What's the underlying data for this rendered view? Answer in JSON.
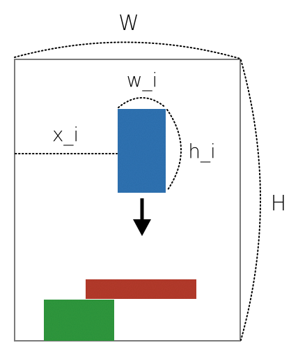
{
  "labels": {
    "width": "W",
    "height": "H",
    "item_width": "w_i",
    "item_height": "h_i",
    "item_x": "x_i"
  },
  "colors": {
    "falling_block": "#2f74b5",
    "red_block": "#b73b2b",
    "green_block": "#2f9a3e",
    "container_border": "#7a7a7a",
    "guides": "#000000"
  },
  "icons": {
    "drop_direction": "arrow-down-icon"
  }
}
